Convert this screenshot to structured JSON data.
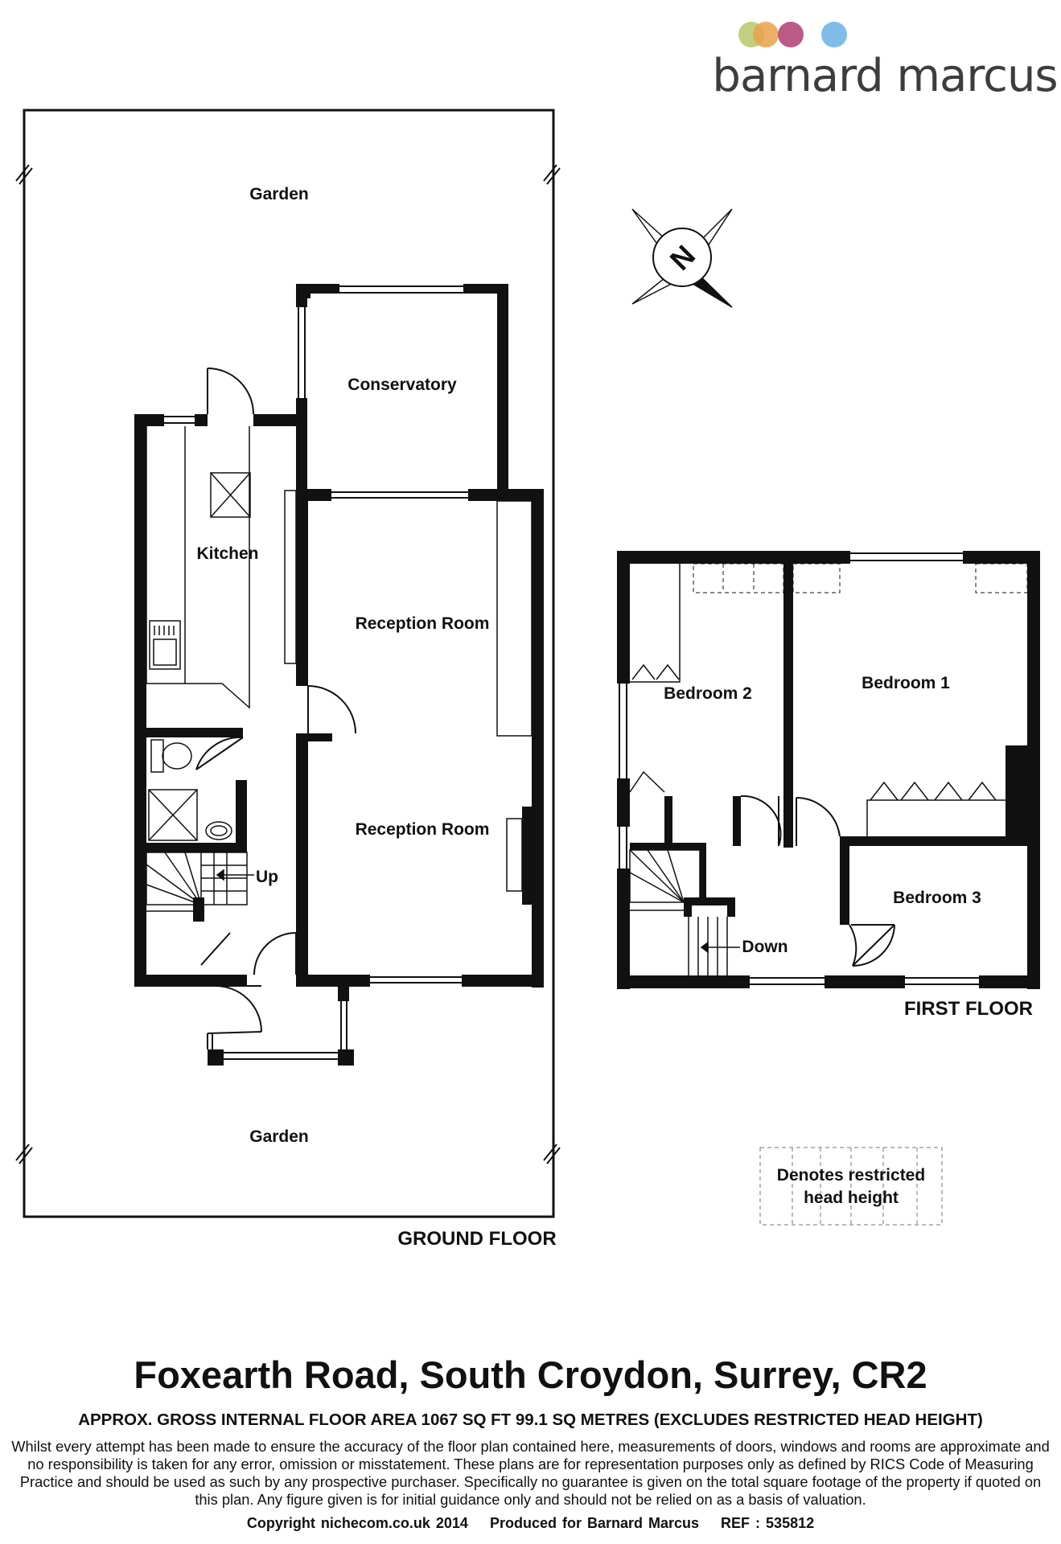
{
  "brand": {
    "name": "barnard marcus",
    "dot_colors": [
      "#b9c76a",
      "#e8a24a",
      "#b4487a",
      "#7fbde8"
    ]
  },
  "ground_floor": {
    "label": "GROUND FLOOR",
    "rooms": {
      "garden_top": "Garden",
      "conservatory": "Conservatory",
      "kitchen": "Kitchen",
      "reception_upper": "Reception Room",
      "reception_lower": "Reception Room",
      "stairs": "Up",
      "garden_bottom": "Garden"
    }
  },
  "first_floor": {
    "label": "FIRST FLOOR",
    "rooms": {
      "bedroom2": "Bedroom 2",
      "bedroom1": "Bedroom 1",
      "bedroom3": "Bedroom 3",
      "stairs": "Down"
    }
  },
  "compass": {
    "letter": "N"
  },
  "legend": {
    "line1": "Denotes restricted",
    "line2": "head height"
  },
  "footer": {
    "title": "Foxearth Road, South Croydon, Surrey, CR2",
    "area": "APPROX. GROSS INTERNAL FLOOR AREA 1067 SQ FT 99.1 SQ METRES (EXCLUDES RESTRICTED HEAD HEIGHT)",
    "disclaimer": "Whilst every attempt has been made to ensure the accuracy of the floor plan contained here, measurements of doors, windows and rooms are approximate and no responsibility is taken for any error, omission or misstatement. These plans are for representation purposes only as defined by RICS Code of Measuring Practice and should be used as such by any prospective purchaser.  Specifically no guarantee is given on the total square footage of the property if quoted on this plan. Any figure given is for initial guidance only and should not be relied on as a basis of valuation.",
    "copyright": "Copyright nichecom.co.uk 2014",
    "produced_by": "Produced for Barnard Marcus",
    "reference": "REF : 535812"
  }
}
